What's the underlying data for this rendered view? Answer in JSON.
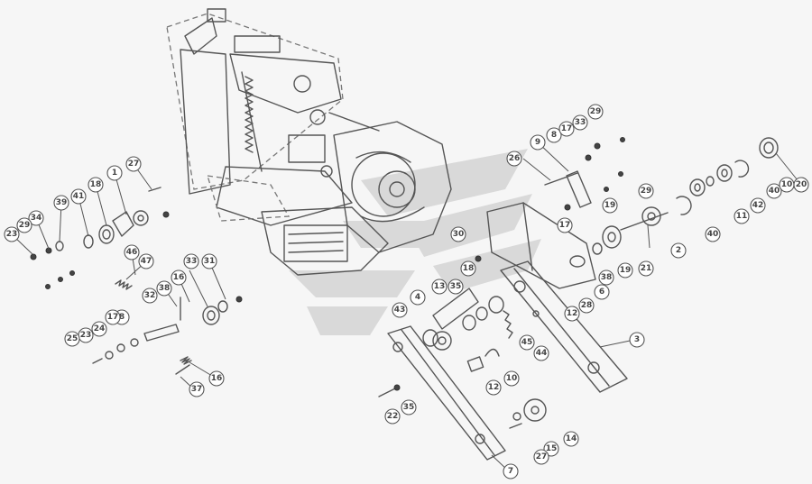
{
  "watermark": {
    "logo_icon": "chevron-shield-logo",
    "color": "#d4d4d4"
  },
  "main_assembly": {
    "icon": "mechanism-housing-icon"
  },
  "callouts": [
    {
      "label": "27"
    },
    {
      "label": "1"
    },
    {
      "label": "18"
    },
    {
      "label": "41"
    },
    {
      "label": "39"
    },
    {
      "label": "34"
    },
    {
      "label": "23"
    },
    {
      "label": "29"
    },
    {
      "label": "47"
    },
    {
      "label": "46"
    },
    {
      "label": "33"
    },
    {
      "label": "31"
    },
    {
      "label": "16"
    },
    {
      "label": "8"
    },
    {
      "label": "37"
    },
    {
      "label": "17"
    },
    {
      "label": "24"
    },
    {
      "label": "23"
    },
    {
      "label": "25"
    },
    {
      "label": "38"
    },
    {
      "label": "16"
    },
    {
      "label": "32"
    },
    {
      "label": "26"
    },
    {
      "label": "9"
    },
    {
      "label": "8"
    },
    {
      "label": "17"
    },
    {
      "label": "33"
    },
    {
      "label": "29"
    },
    {
      "label": "29"
    },
    {
      "label": "19"
    },
    {
      "label": "17"
    },
    {
      "label": "19"
    },
    {
      "label": "21"
    },
    {
      "label": "38"
    },
    {
      "label": "2"
    },
    {
      "label": "40"
    },
    {
      "label": "11"
    },
    {
      "label": "42"
    },
    {
      "label": "40"
    },
    {
      "label": "10"
    },
    {
      "label": "20"
    },
    {
      "label": "6"
    },
    {
      "label": "12"
    },
    {
      "label": "28"
    },
    {
      "label": "3"
    },
    {
      "label": "30"
    },
    {
      "label": "18"
    },
    {
      "label": "35"
    },
    {
      "label": "4"
    },
    {
      "label": "13"
    },
    {
      "label": "43"
    },
    {
      "label": "44"
    },
    {
      "label": "45"
    },
    {
      "label": "10"
    },
    {
      "label": "12"
    },
    {
      "label": "22"
    },
    {
      "label": "35"
    },
    {
      "label": "15"
    },
    {
      "label": "27"
    },
    {
      "label": "14"
    },
    {
      "label": "7"
    }
  ]
}
